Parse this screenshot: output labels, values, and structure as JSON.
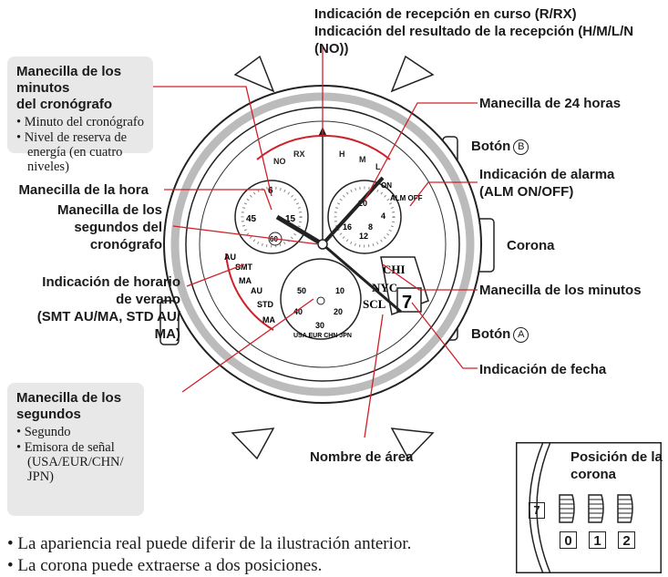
{
  "callouts": {
    "reception_line1": "Indicación de recepción en curso (R/RX)",
    "reception_line2": "Indicación del resultado de la recepción (H/M/L/N (NO))",
    "hand_24h": "Manecilla de 24 horas",
    "button_b": "Botón",
    "button_b_mark": "B",
    "alarm_line1": "Indicación de alarma",
    "alarm_line2": "(ALM ON/OFF)",
    "crown": "Corona",
    "minute_hand": "Manecilla de los minutos",
    "button_a": "Botón",
    "button_a_mark": "A",
    "date_indicator": "Indicación de fecha",
    "area_name": "Nombre de área",
    "hour_hand": "Manecilla de la hora",
    "chrono_sec_line1": "Manecilla de los",
    "chrono_sec_line2": "segundos del",
    "chrono_sec_line3": "cronógrafo",
    "dst_line1": "Indicación de horario",
    "dst_line2": "de verano",
    "dst_line3": "(SMT AU/MA, STD AU/",
    "dst_line4": "MA)"
  },
  "boxes": {
    "chrono_minute": {
      "heading_line1": "Manecilla de los minutos",
      "heading_line2": "del cronógrafo",
      "items": [
        "Minuto del cronógrafo",
        "Nivel de reserva de energía (en cuatro niveles)"
      ]
    },
    "seconds": {
      "heading_line1": "Manecilla de los",
      "heading_line2": "segundos",
      "items": [
        "Segundo",
        "Emisora de señal (USA/EUR/CHN/ JPN)"
      ]
    }
  },
  "notes": [
    "La apariencia real puede diferir de la ilustración anterior.",
    "La corona puede extraerse a dos posiciones."
  ],
  "crown_panel": {
    "title_line1": "Posición de la",
    "title_line2": "corona",
    "positions": [
      "0",
      "1",
      "2"
    ],
    "date_sample": "7"
  },
  "dial": {
    "reception_marks": [
      "NO",
      "RX",
      "H",
      "M",
      "L"
    ],
    "alarm_marks": [
      "ON",
      "ALM OFF"
    ],
    "dst_marks": [
      "AU",
      "SMT",
      "MA",
      "AU",
      "STD",
      "MA"
    ],
    "cities": [
      "CHI",
      "NYC",
      "SCL"
    ],
    "date": "7",
    "left_sub_numbers": [
      "6",
      "15",
      "45",
      "60"
    ],
    "right_sub_numbers": [
      "20",
      "4",
      "8",
      "12",
      "16"
    ],
    "bottom_sub_numbers": [
      "50",
      "10",
      "40",
      "20",
      "30"
    ],
    "stations": [
      "USA",
      "EUR",
      "CHN",
      "JPN"
    ]
  },
  "colors": {
    "leader": "#d0202a",
    "dial_ring": "#cfcfcf",
    "box_bg": "#e8e8e8"
  }
}
